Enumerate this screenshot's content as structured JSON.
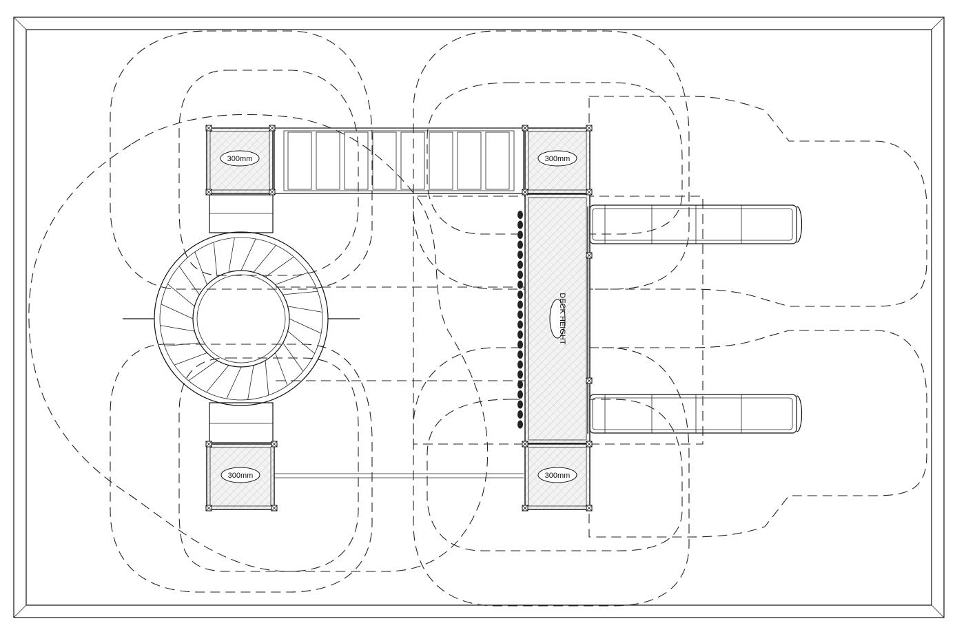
{
  "labels": {
    "deck_top_left": "300mm",
    "deck_top_right": "300mm",
    "deck_bottom_left": "300mm",
    "deck_bottom_right": "300mm",
    "deck_center": "DECK HEIGHT"
  }
}
